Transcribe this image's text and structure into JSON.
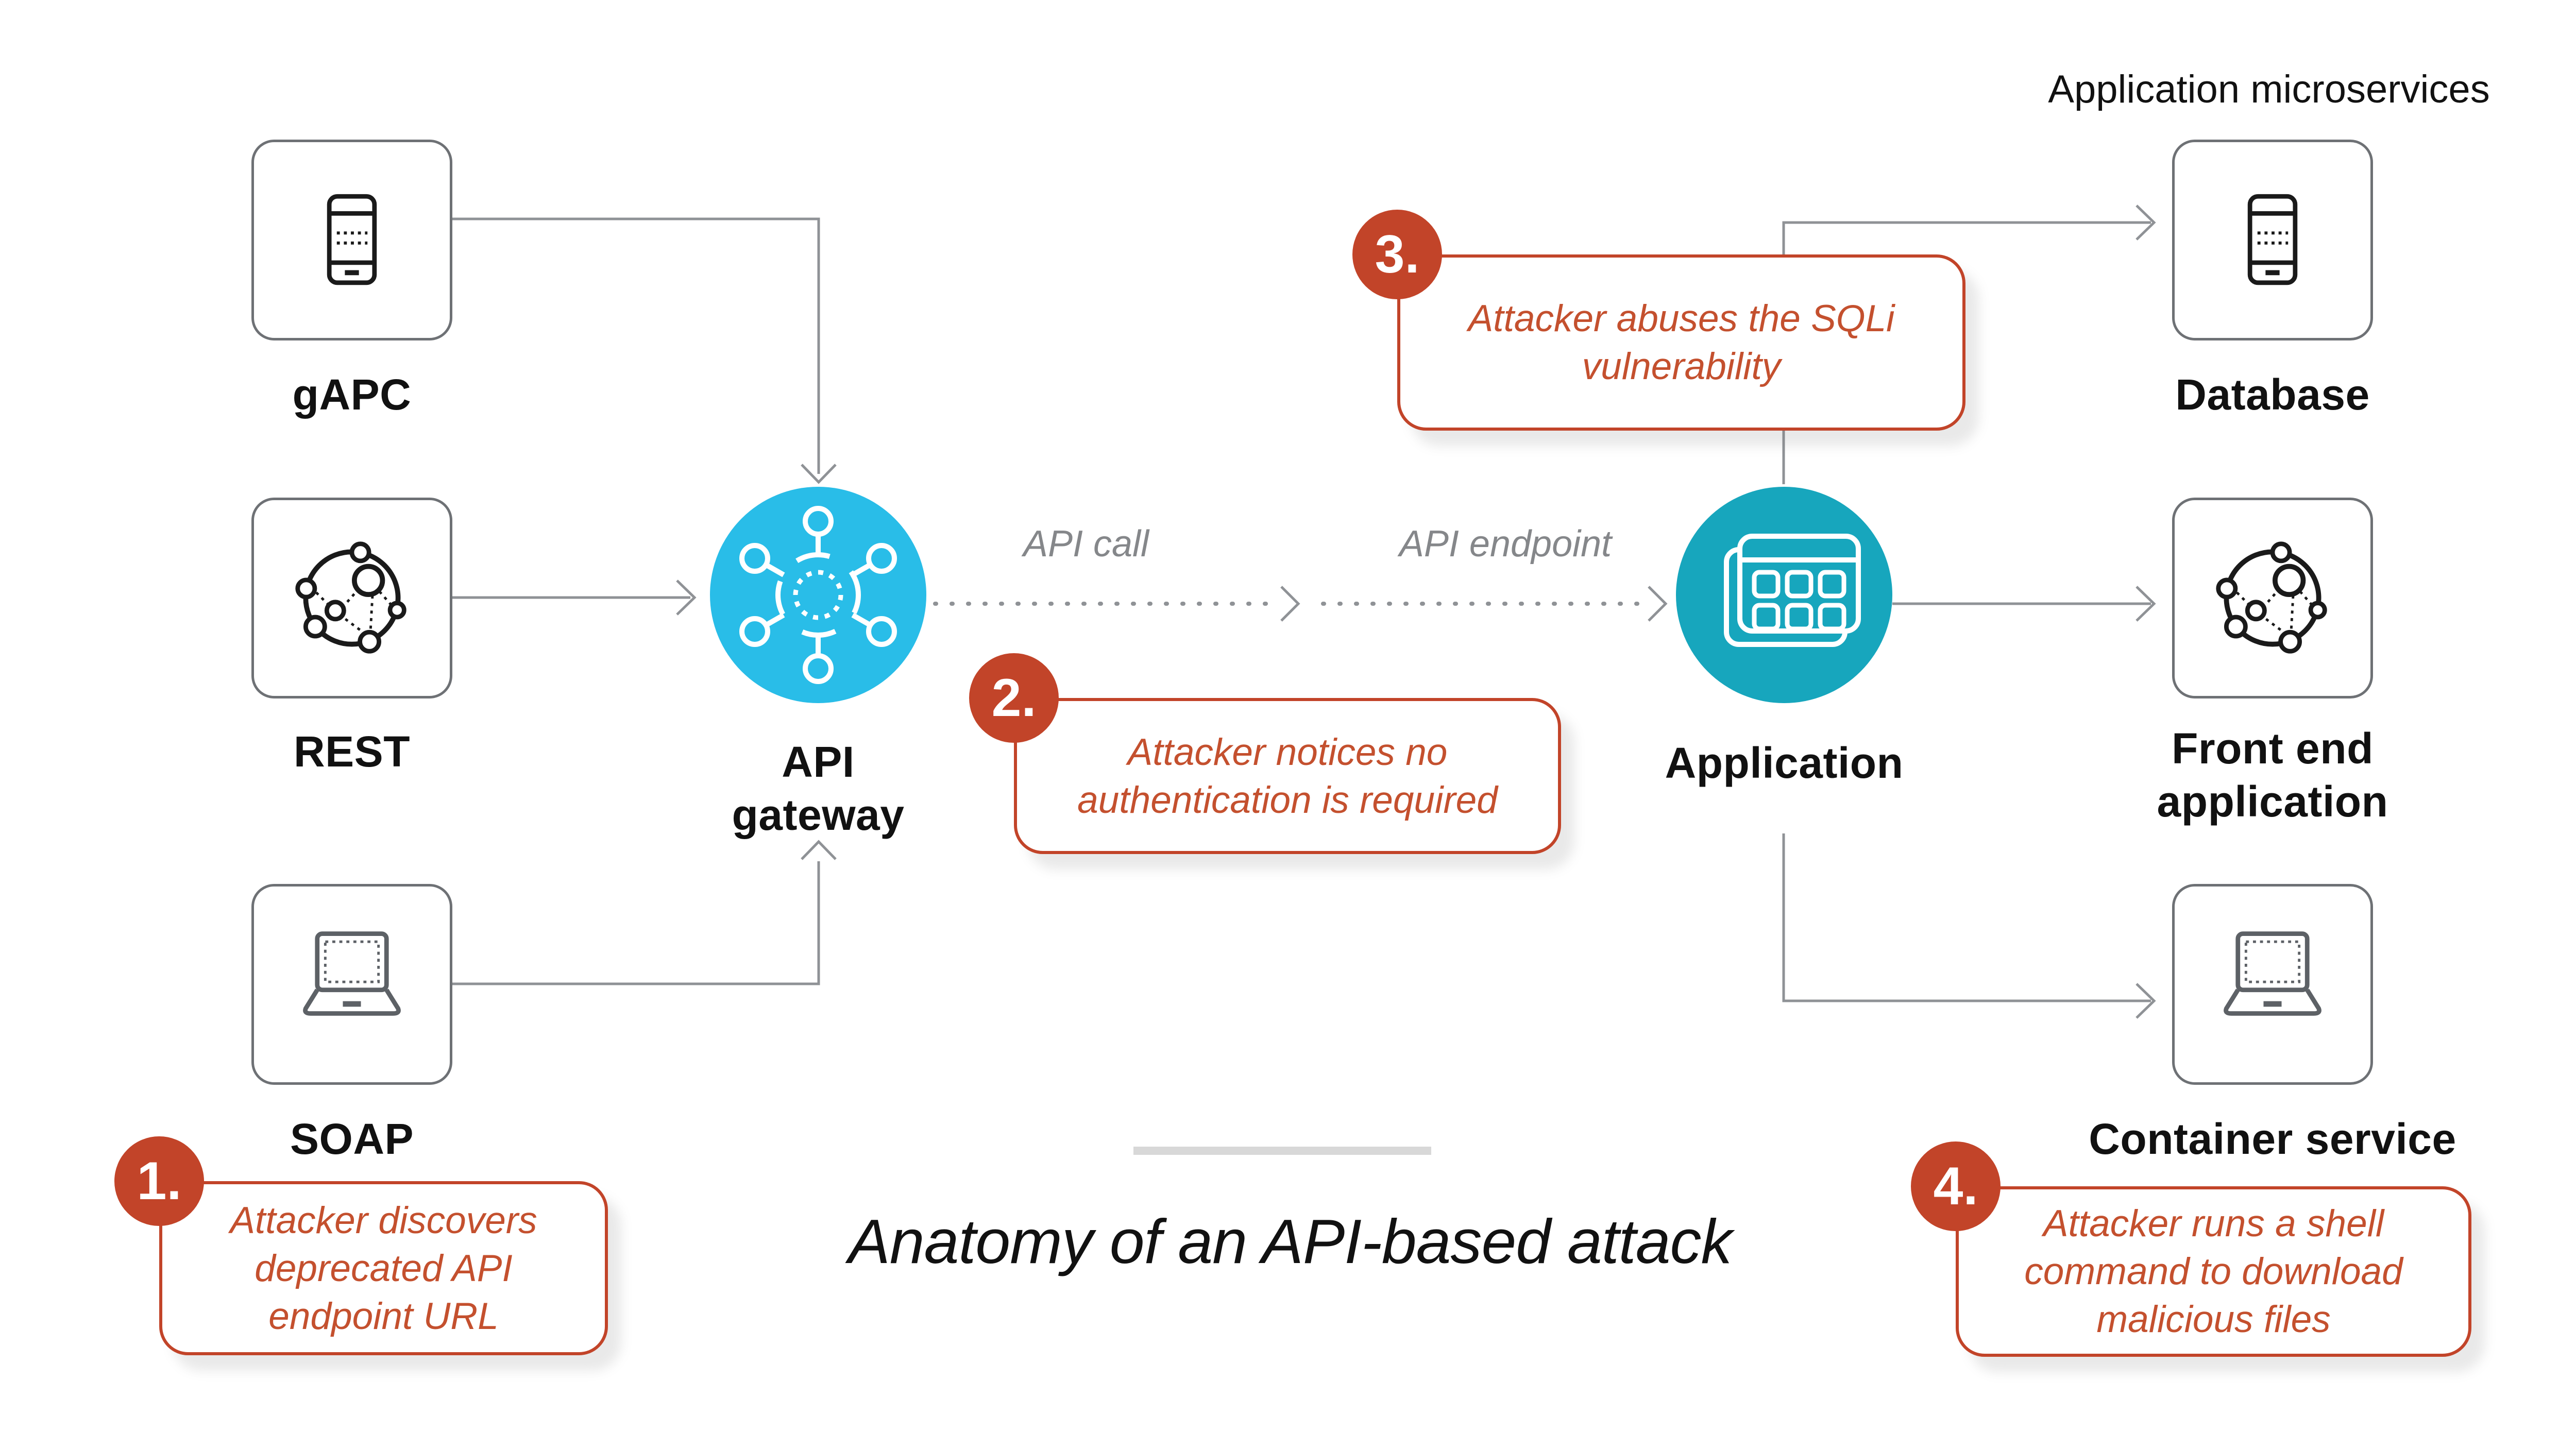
{
  "title": "Anatomy of an API-based attack",
  "microservices_heading": "Application microservices",
  "nodes": {
    "gapc": "gAPC",
    "rest": "REST",
    "soap": "SOAP",
    "gateway_line1": "API",
    "gateway_line2": "gateway",
    "application": "Application",
    "database": "Database",
    "frontend_line1": "Front end",
    "frontend_line2": "application",
    "container": "Container service"
  },
  "flow_labels": {
    "api_call": "API call",
    "api_endpoint": "API endpoint"
  },
  "callouts": [
    {
      "number": "1.",
      "lines": [
        "Attacker discovers",
        "deprecated API",
        "endpoint URL"
      ]
    },
    {
      "number": "2.",
      "lines": [
        "Attacker notices no",
        "authentication is required"
      ]
    },
    {
      "number": "3.",
      "lines": [
        "Attacker abuses the SQLi",
        "vulnerability"
      ]
    },
    {
      "number": "4.",
      "lines": [
        "Attacker runs a shell",
        "command to download",
        "malicious files"
      ]
    }
  ],
  "colors": {
    "red": "#C24429",
    "red-text": "#C4502E",
    "cyan": "#29BDE8",
    "teal": "#17A6BD",
    "line-gray": "#8F9296",
    "box-gray": "#6E7175",
    "muted-gray": "#85878A",
    "divider-gray": "#D8D8D8"
  }
}
